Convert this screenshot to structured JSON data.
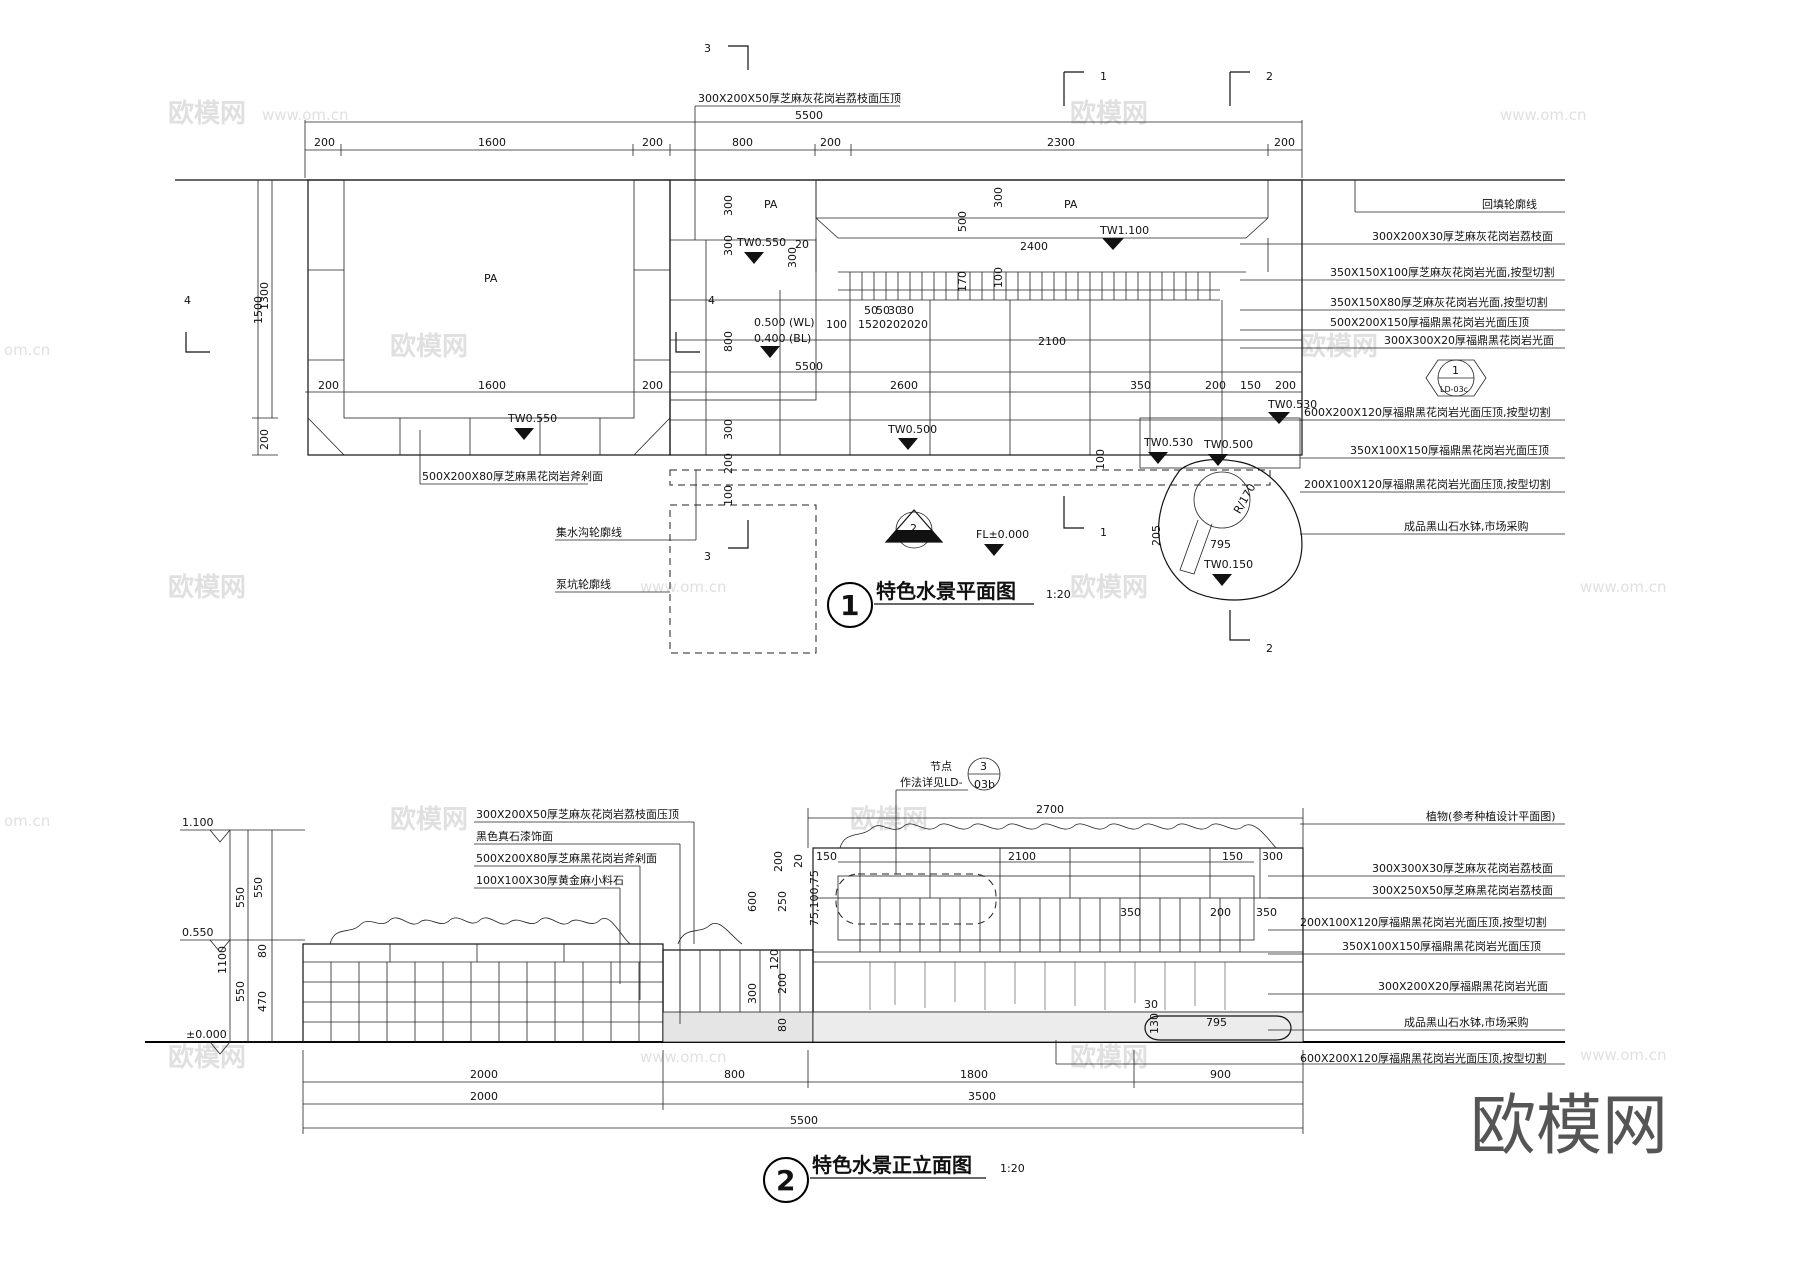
{
  "plan": {
    "title": "特色水景平面图",
    "scale": "1:20",
    "number": "1",
    "dims_top": [
      "200",
      "1600",
      "200",
      "800",
      "200",
      "2300",
      "200"
    ],
    "total": "5500",
    "dims_mid": [
      "200",
      "1600",
      "200",
      "2600",
      "350",
      "200",
      "150",
      "200"
    ],
    "inner_dims": [
      "2400",
      "2100",
      "5500",
      "350",
      "795",
      "R/170",
      "205"
    ],
    "small_dims": [
      "300",
      "300",
      "20",
      "300",
      "500",
      "170",
      "100",
      "300",
      "100",
      "800",
      "300",
      "200",
      "100",
      "100"
    ],
    "comb_dims": [
      "50",
      "50",
      "30",
      "30",
      "15",
      "20",
      "20",
      "20",
      "20"
    ],
    "left_dims": [
      "1500",
      "1300",
      "200"
    ],
    "levels": [
      "TW0.550",
      "TW1.100",
      "TW0.550",
      "TW0.500",
      "TW0.530",
      "TW0.500",
      "TW0.530",
      "TW0.150",
      "FL±0.000",
      "0.500 (WL)",
      "0.400 (BL)"
    ],
    "pa_labels": [
      "PA",
      "PA",
      "PA"
    ],
    "left_notes": [
      "500X200X80厚芝麻黑花岗岩斧剁面",
      "集水沟轮廓线",
      "泵坑轮廓线"
    ],
    "top_note": "300X200X50厚芝麻灰花岗岩荔枝面压顶",
    "right_notes": [
      "回填轮廓线",
      "300X200X30厚芝麻灰花岗岩荔枝面",
      "350X150X100厚芝麻灰花岗岩光面,按型切割",
      "350X150X80厚芝麻灰花岗岩光面,按型切割",
      "500X200X150厚福鼎黑花岗岩光面压顶",
      "300X300X20厚福鼎黑花岗岩光面",
      "600X200X120厚福鼎黑花岗岩光面压顶,按型切割",
      "350X100X150厚福鼎黑花岗岩光面压顶",
      "200X100X120厚福鼎黑花岗岩光面压顶,按型切割",
      "成品黑山石水钵,市场采购"
    ],
    "section_marks": [
      "3",
      "1",
      "2",
      "4",
      "4",
      "3",
      "1",
      "2"
    ],
    "detail_ref": {
      "num": "1",
      "sheet": "LD-03c"
    },
    "elev_ref": "2"
  },
  "elevation": {
    "title": "特色水景正立面图",
    "scale": "1:20",
    "number": "2",
    "levels": [
      "1.100",
      "0.550",
      "±0.000"
    ],
    "left_dims": [
      "550",
      "550",
      "1100",
      "550",
      "80",
      "470"
    ],
    "top_dims": [
      "2700",
      "2100",
      "150",
      "150",
      "300",
      "20",
      "200",
      "600",
      "250",
      "75,100,75",
      "350",
      "200",
      "350",
      "120",
      "200",
      "300",
      "80",
      "30",
      "130",
      "795"
    ],
    "bottom_row1": [
      "2000",
      "800",
      "1800",
      "900"
    ],
    "bottom_row2": [
      "2000",
      "3500"
    ],
    "total": "5500",
    "node_label": "节点",
    "node_ref": {
      "num": "3",
      "sheet": "03b"
    },
    "node_note": "作法详见LD-",
    "left_notes": [
      "300X200X50厚芝麻灰花岗岩荔枝面压顶",
      "黑色真石漆饰面",
      "500X200X80厚芝麻黑花岗岩斧剁面",
      "100X100X30厚黄金麻小料石"
    ],
    "right_notes": [
      "植物(参考种植设计平面图)",
      "300X300X30厚芝麻灰花岗岩荔枝面",
      "300X250X50厚芝麻黑花岗岩荔枝面",
      "200X100X120厚福鼎黑花岗岩光面压顶,按型切割",
      "350X100X150厚福鼎黑花岗岩光面压顶",
      "300X200X20厚福鼎黑花岗岩光面",
      "成品黑山石水钵,市场采购",
      "600X200X120厚福鼎黑花岗岩光面压顶,按型切割"
    ]
  },
  "watermarks": {
    "brand": "欧模网",
    "url": "www.om.cn",
    "domain_fragment": "om.cn",
    "logo": "欧模网"
  }
}
